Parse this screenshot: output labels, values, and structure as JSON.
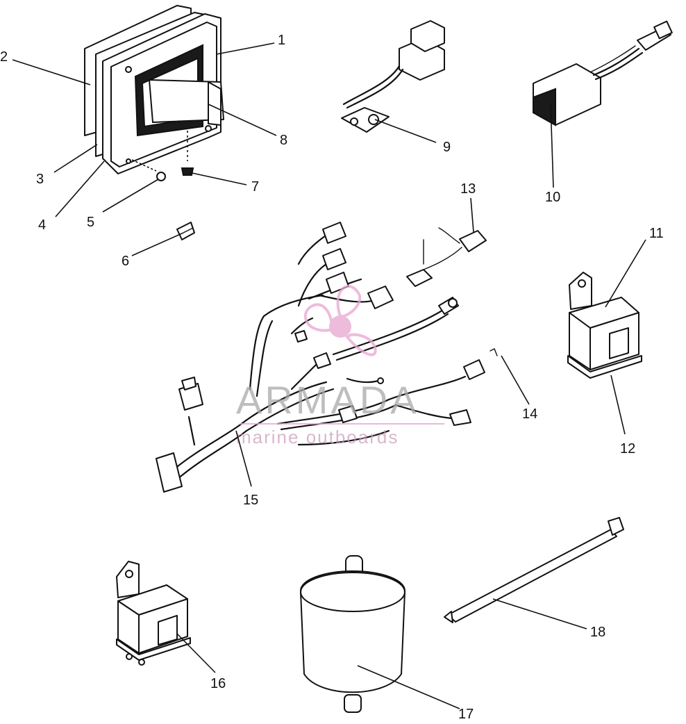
{
  "watermark": {
    "brand": "ARMADA",
    "tagline": "marine outboards",
    "logo_color": "#e8a6cf"
  },
  "callouts": [
    {
      "id": "1",
      "label": "1"
    },
    {
      "id": "2",
      "label": "2"
    },
    {
      "id": "3",
      "label": "3"
    },
    {
      "id": "4",
      "label": "4"
    },
    {
      "id": "5",
      "label": "5"
    },
    {
      "id": "6",
      "label": "6"
    },
    {
      "id": "7",
      "label": "7"
    },
    {
      "id": "8",
      "label": "8"
    },
    {
      "id": "9",
      "label": "9"
    },
    {
      "id": "10",
      "label": "10"
    },
    {
      "id": "11",
      "label": "11"
    },
    {
      "id": "12",
      "label": "12"
    },
    {
      "id": "13",
      "label": "13"
    },
    {
      "id": "14",
      "label": "14"
    },
    {
      "id": "15",
      "label": "15"
    },
    {
      "id": "16",
      "label": "16"
    },
    {
      "id": "17",
      "label": "17"
    },
    {
      "id": "18",
      "label": "18"
    }
  ]
}
